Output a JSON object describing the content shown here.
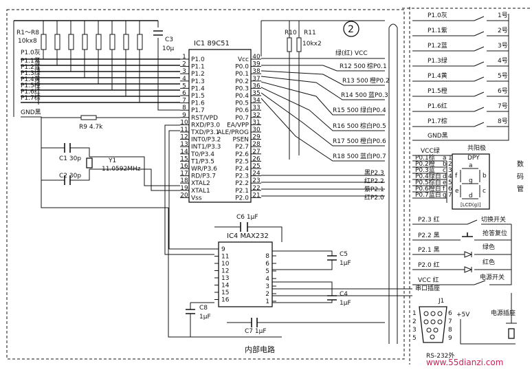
{
  "circuit_number": "2",
  "resistor_bank": {
    "ref": "R1～R8",
    "value": "10kx8"
  },
  "pullup_pair": {
    "ref_a": "R10",
    "ref_b": "R11",
    "value": "10kx2"
  },
  "cap_c3": {
    "ref": "C3",
    "value": "10μ"
  },
  "ic1": {
    "title": "IC1  89C51",
    "left_pins": [
      {
        "num": "1",
        "name": "P1.0"
      },
      {
        "num": "2",
        "name": "P1.1"
      },
      {
        "num": "3",
        "name": "P1.2"
      },
      {
        "num": "4",
        "name": "P1.3"
      },
      {
        "num": "5",
        "name": "P1.4"
      },
      {
        "num": "6",
        "name": "P1.5"
      },
      {
        "num": "7",
        "name": "P1.6"
      },
      {
        "num": "8",
        "name": "P1.7"
      },
      {
        "num": "9",
        "name": "RST/VPD"
      },
      {
        "num": "10",
        "name": "RXD/P3.0"
      },
      {
        "num": "11",
        "name": "TXD/P3.1"
      },
      {
        "num": "12",
        "name": "INT0/P3.2"
      },
      {
        "num": "13",
        "name": "INT1/P3.3"
      },
      {
        "num": "14",
        "name": "T0/P3.4"
      },
      {
        "num": "15",
        "name": "T1/P3.5"
      },
      {
        "num": "16",
        "name": "WR/P3.6"
      },
      {
        "num": "17",
        "name": "RD/P3.7"
      },
      {
        "num": "18",
        "name": "XTAL2"
      },
      {
        "num": "19",
        "name": "XTAL1"
      },
      {
        "num": "20",
        "name": "Vss"
      }
    ],
    "right_pins": [
      {
        "num": "40",
        "name": "Vcc"
      },
      {
        "num": "39",
        "name": "P0.0"
      },
      {
        "num": "38",
        "name": "P0.1"
      },
      {
        "num": "37",
        "name": "P0.2"
      },
      {
        "num": "36",
        "name": "P0.3"
      },
      {
        "num": "35",
        "name": "P0.4"
      },
      {
        "num": "34",
        "name": "P0.5"
      },
      {
        "num": "33",
        "name": "P0.6"
      },
      {
        "num": "32",
        "name": "P0.7"
      },
      {
        "num": "31",
        "name": "EA/VPP"
      },
      {
        "num": "30",
        "name": "ALE/PROG"
      },
      {
        "num": "29",
        "name": "PSEN"
      },
      {
        "num": "28",
        "name": "P2.7"
      },
      {
        "num": "27",
        "name": "P2.6"
      },
      {
        "num": "26",
        "name": "P2.5"
      },
      {
        "num": "25",
        "name": "P2.4"
      },
      {
        "num": "24",
        "name": "P2.3"
      },
      {
        "num": "23",
        "name": "P2.2"
      },
      {
        "num": "22",
        "name": "P2.1"
      },
      {
        "num": "21",
        "name": "P2.0"
      }
    ]
  },
  "left_header": [
    "P1.0灰",
    "P1.1紫",
    "P1.2蓝",
    "P1.3绿",
    "P1.4黄",
    "P1.5橙",
    "P1.6红",
    "P1.7棕",
    "GND黑"
  ],
  "r9": {
    "ref": "R9",
    "value": "4.7k"
  },
  "c1": {
    "ref": "C1",
    "value": "30p"
  },
  "c2": {
    "ref": "C2",
    "value": "30p"
  },
  "y1": {
    "ref": "Y1",
    "value": "11.0592MHz"
  },
  "vcc_wire": "绿(红) VCC",
  "seg_resistors": [
    {
      "ref": "R12",
      "value": "500",
      "net": "棕P0.1"
    },
    {
      "ref": "R13",
      "value": "500",
      "net": "橙P0.2"
    },
    {
      "ref": "R14",
      "value": "500",
      "net": "蓝P0.3"
    },
    {
      "ref": "R15",
      "value": "500",
      "net": "绿白P0.4"
    },
    {
      "ref": "R16",
      "value": "500",
      "net": "棕白P0.5"
    },
    {
      "ref": "R17",
      "value": "500",
      "net": "橙白P0.6"
    },
    {
      "ref": "R18",
      "value": "500",
      "net": "蓝白P0.7"
    }
  ],
  "p2_wires": [
    "黑P2.3",
    "红P2.2",
    "紫P2.1",
    "红P2.0"
  ],
  "ic4": {
    "title": "IC4  MAX232",
    "left_pins": [
      "9",
      "11",
      "10",
      "12",
      "13",
      "14",
      "15",
      "16"
    ],
    "right_pins": [
      "8",
      "6",
      "5",
      "4",
      "3",
      "2",
      "1"
    ]
  },
  "c4": {
    "ref": "C4",
    "value": "1μF"
  },
  "c5": {
    "ref": "C5",
    "value": "1μF"
  },
  "c6": {
    "ref": "C6",
    "value": "1μF"
  },
  "c7": {
    "ref": "C7",
    "value": "1μF"
  },
  "c8": {
    "ref": "C8",
    "value": "1μF"
  },
  "inner_label": "内部电路",
  "serial_label": "串口插座",
  "j1": "J1",
  "rs232": "RS-232外",
  "plus5v": "+5V",
  "power_socket": "电源插座",
  "buttons": [
    {
      "wire": "P1.0灰",
      "label": "1号"
    },
    {
      "wire": "P1.1紫",
      "label": "2号"
    },
    {
      "wire": "P1.2蓝",
      "label": "3号"
    },
    {
      "wire": "P1.3绿",
      "label": "4号"
    },
    {
      "wire": "P1.4黄",
      "label": "5号"
    },
    {
      "wire": "P1.5橙",
      "label": "6号"
    },
    {
      "wire": "P1.6红",
      "label": "7号"
    },
    {
      "wire": "P1.7棕",
      "label": "8号"
    }
  ],
  "gnd_black": "GND黑",
  "display": {
    "vcc": "VCC绿",
    "common": "共阳极",
    "dpy": "DPY",
    "side_label": [
      "数",
      "码",
      "管"
    ],
    "pins": [
      "P0.1棕",
      "P0.2橙",
      "P0.3蓝",
      "P0.4绿白",
      "P0.5棕白",
      "P0.6橙白",
      "P0.7蓝白"
    ],
    "seg_letters": [
      "a",
      "b",
      "c",
      "d",
      "e",
      "f",
      "g"
    ],
    "pin_nums": [
      "1",
      "2",
      "3",
      "4",
      "5",
      "6",
      "7"
    ],
    "inner_letters": [
      "a",
      "f",
      "g",
      "b",
      "e",
      "d",
      "c"
    ],
    "model": "[LCD(g)]"
  },
  "controls": [
    {
      "wire": "P2.3 红",
      "label": "切换开关"
    },
    {
      "wire": "P2.2 黑",
      "label": "抢答复位"
    },
    {
      "wire": "P2.1 黑",
      "label": "绿色"
    },
    {
      "wire": "P2.0 红",
      "label": "红色"
    },
    {
      "wire": "VCC 红",
      "label": "电源开关"
    }
  ],
  "watermark": "www.55dianzi.com"
}
